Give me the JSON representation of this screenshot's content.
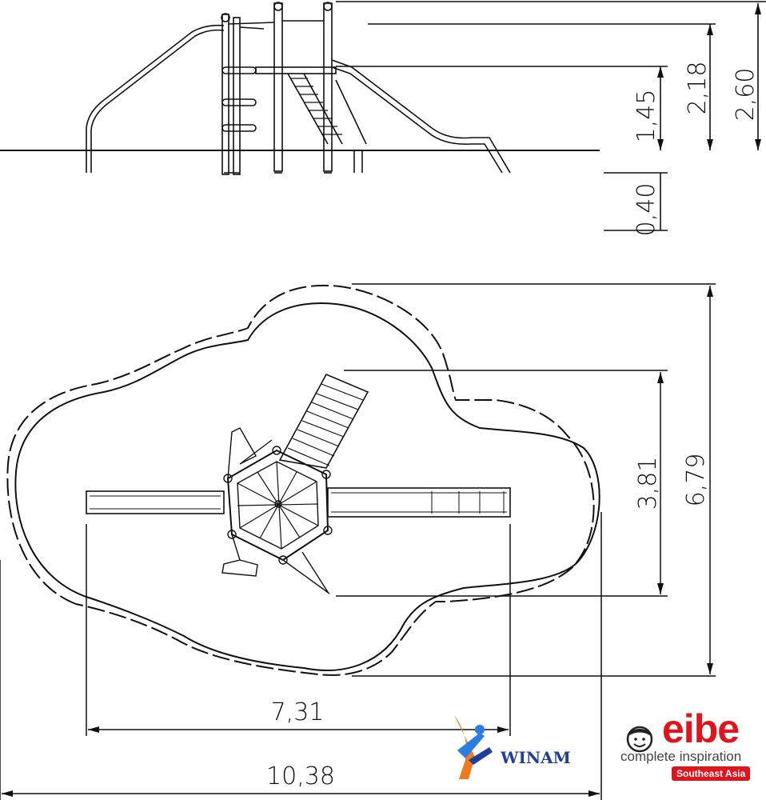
{
  "side_view": {
    "dimensions": [
      {
        "id": "height-total",
        "value": "2,60"
      },
      {
        "id": "height-roof",
        "value": "2,18"
      },
      {
        "id": "height-platform",
        "value": "1,45"
      },
      {
        "id": "depth-foundation",
        "value": "0,40"
      }
    ]
  },
  "plan_view": {
    "dimensions": [
      {
        "id": "depth-equipment",
        "value": "3,81"
      },
      {
        "id": "depth-safety-zone",
        "value": "6,79"
      },
      {
        "id": "width-equipment",
        "value": "7,31"
      },
      {
        "id": "width-safety-zone",
        "value": "10,38"
      }
    ]
  },
  "logos": {
    "winam": {
      "text": "WINAM"
    },
    "eibe": {
      "word": "eibe",
      "tagline": "complete inspiration",
      "region": "Southeast Asia",
      "brand_color": "#e1141e"
    }
  },
  "colors": {
    "line": "#111111",
    "background": "#ffffff"
  }
}
